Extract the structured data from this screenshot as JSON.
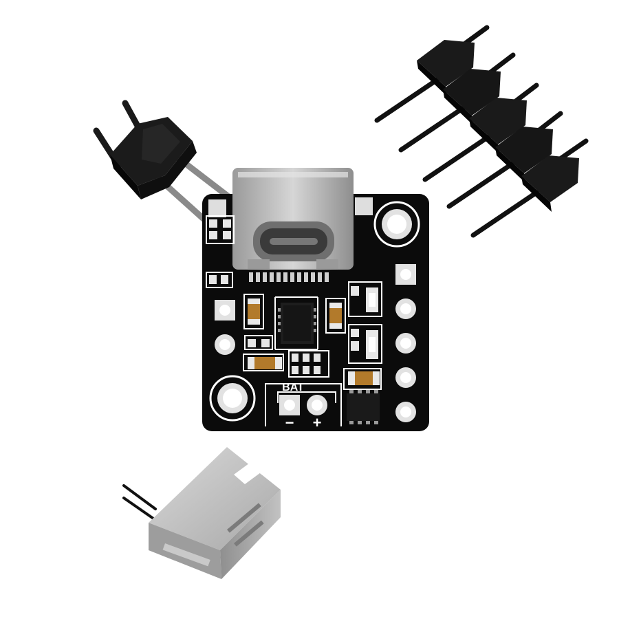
{
  "scene": {
    "background": "#ffffff",
    "pcb_color": "#0b0b0b",
    "silkscreen_color": "#ffffff",
    "pad_color": "#d8d8d8",
    "header_plastic_color": "#141414",
    "pin_color": "#1a1a1a",
    "usb_shell_color": "#b9b9b9",
    "jumper_shell_color": "#c4c4c4"
  },
  "silkscreen": {
    "bat_label": "BAT",
    "minus_label": "−",
    "plus_label": "+"
  },
  "parts": [
    {
      "name": "pcb-module",
      "icon": "circuit-board-icon"
    },
    {
      "name": "usb-c-connector",
      "icon": "usb-c-icon"
    },
    {
      "name": "pin-header-2",
      "icon": "pin-header-icon"
    },
    {
      "name": "pin-header-5",
      "icon": "pin-header-icon"
    },
    {
      "name": "battery-connector",
      "icon": "battery-connector-icon"
    }
  ]
}
